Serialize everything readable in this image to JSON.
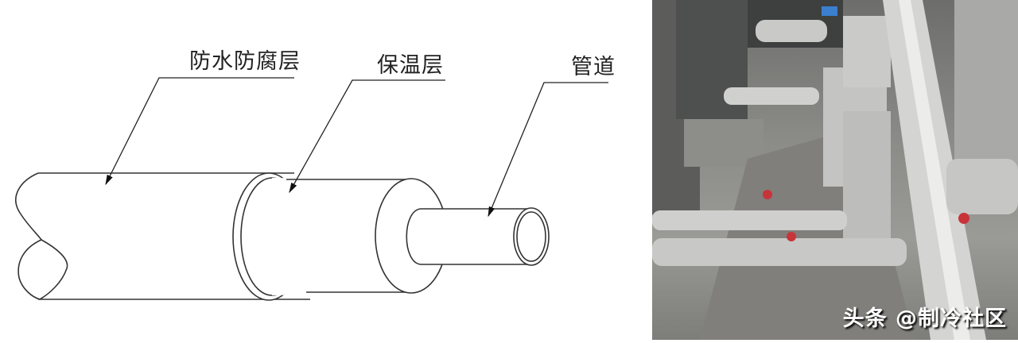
{
  "diagram": {
    "labels": {
      "outer_layer": "防水防腐层",
      "insulation_layer": "保温层",
      "pipe": "管道"
    }
  },
  "photo": {
    "watermark": "头条 @制冷社区"
  }
}
